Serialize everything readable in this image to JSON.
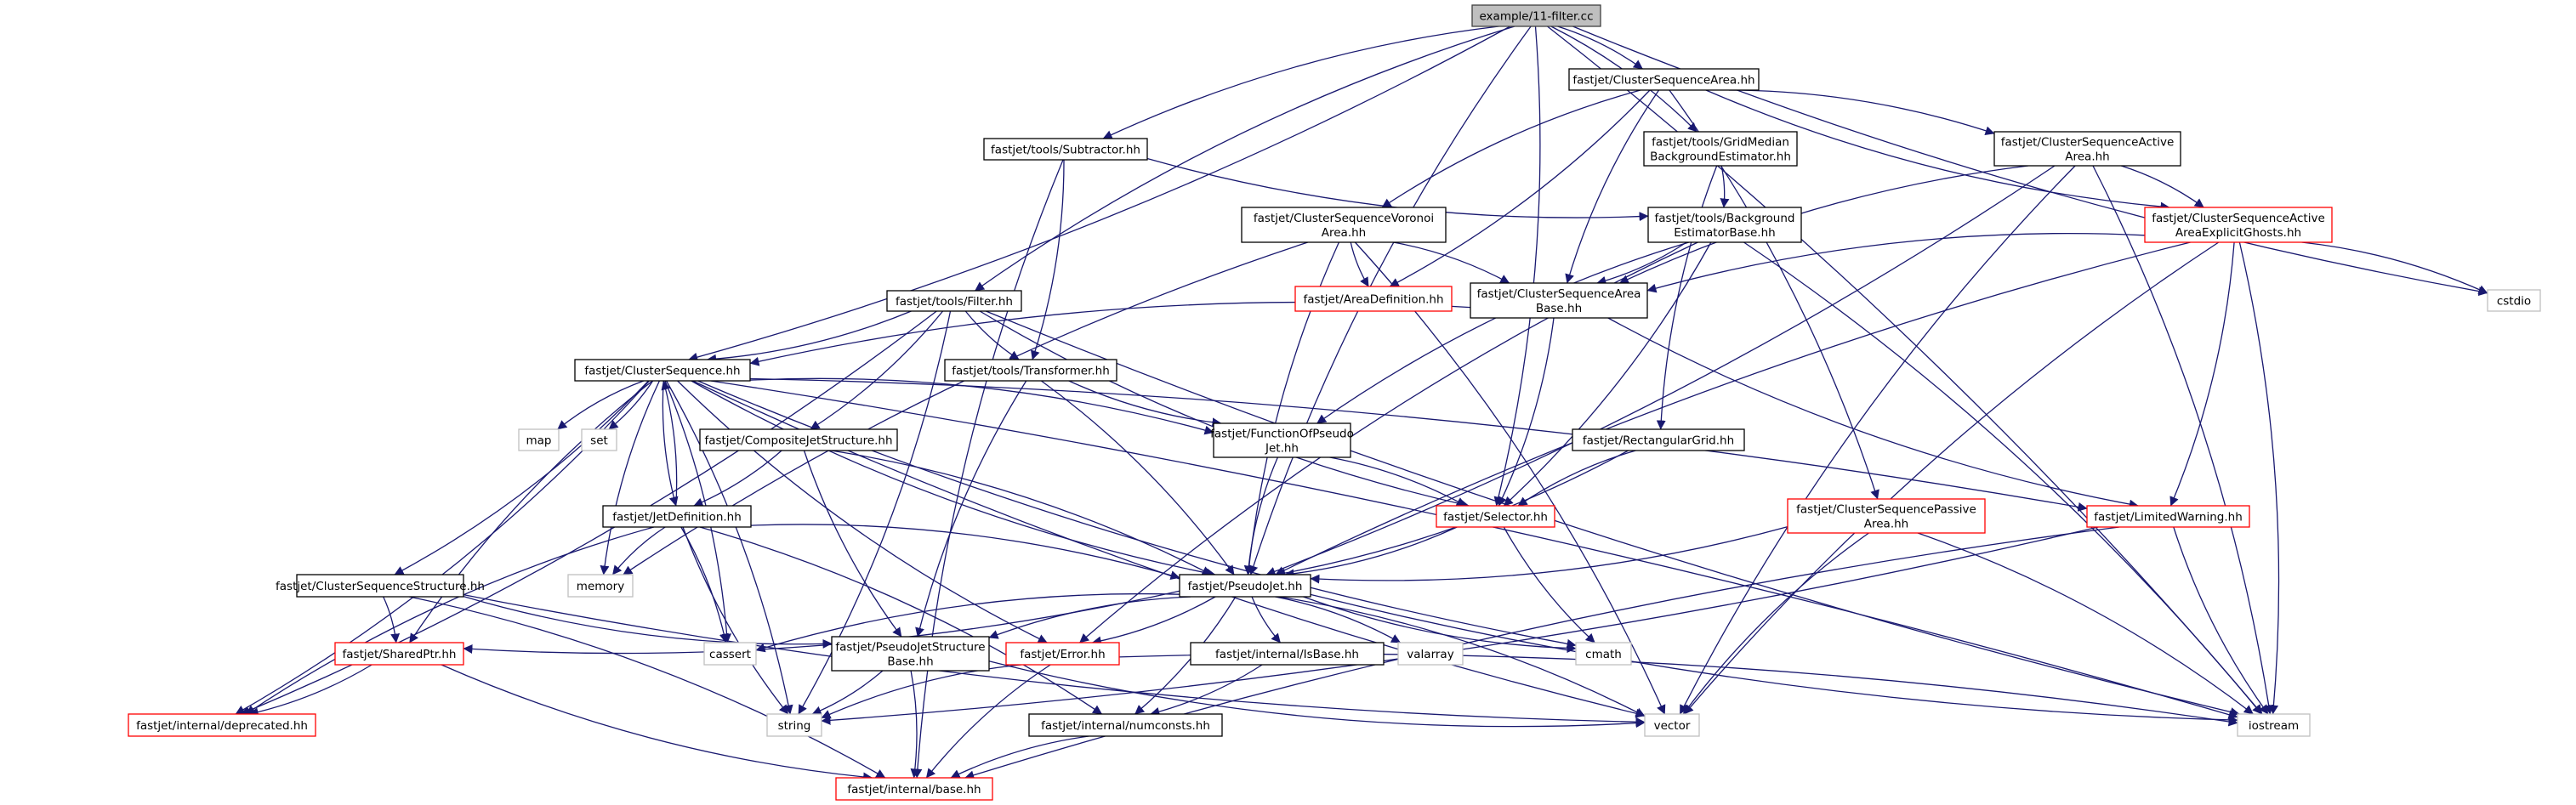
{
  "diagram": {
    "type": "include-dependency-graph",
    "root": "example/11-filter.cc",
    "colors": {
      "edge": "#191970",
      "arrowhead": "#191970",
      "root_fill": "#bfbfbf",
      "root_border": "#404040",
      "documented_border": "#000000",
      "undocumented_border": "#ff0000",
      "system_border": "#bfbfbf",
      "node_fill": "#ffffff"
    },
    "nodes": [
      {
        "id": "root",
        "lines": [
          "example/11-filter.cc"
        ],
        "kind": "root"
      },
      {
        "id": "csarea",
        "lines": [
          "fastjet/ClusterSequenceArea.hh"
        ],
        "kind": "doc"
      },
      {
        "id": "subtractor",
        "lines": [
          "fastjet/tools/Subtractor.hh"
        ],
        "kind": "doc"
      },
      {
        "id": "gridmedian",
        "lines": [
          "fastjet/tools/GridMedian",
          "BackgroundEstimator.hh"
        ],
        "kind": "doc"
      },
      {
        "id": "activearea",
        "lines": [
          "fastjet/ClusterSequenceActive",
          "Area.hh"
        ],
        "kind": "doc"
      },
      {
        "id": "voronoi",
        "lines": [
          "fastjet/ClusterSequenceVoronoi",
          "Area.hh"
        ],
        "kind": "doc"
      },
      {
        "id": "bgebase",
        "lines": [
          "fastjet/tools/Background",
          "EstimatorBase.hh"
        ],
        "kind": "doc"
      },
      {
        "id": "ghosts",
        "lines": [
          "fastjet/ClusterSequenceActive",
          "AreaExplicitGhosts.hh"
        ],
        "kind": "undoc"
      },
      {
        "id": "areadef",
        "lines": [
          "fastjet/AreaDefinition.hh"
        ],
        "kind": "undoc"
      },
      {
        "id": "areabase",
        "lines": [
          "fastjet/ClusterSequenceArea",
          "Base.hh"
        ],
        "kind": "doc"
      },
      {
        "id": "cstdio",
        "lines": [
          "cstdio"
        ],
        "kind": "system"
      },
      {
        "id": "filter",
        "lines": [
          "fastjet/tools/Filter.hh"
        ],
        "kind": "doc"
      },
      {
        "id": "cs",
        "lines": [
          "fastjet/ClusterSequence.hh"
        ],
        "kind": "doc"
      },
      {
        "id": "transformer",
        "lines": [
          "fastjet/tools/Transformer.hh"
        ],
        "kind": "doc"
      },
      {
        "id": "map",
        "lines": [
          "map"
        ],
        "kind": "system"
      },
      {
        "id": "set",
        "lines": [
          "set"
        ],
        "kind": "system"
      },
      {
        "id": "composite",
        "lines": [
          "fastjet/CompositeJetStructure.hh"
        ],
        "kind": "doc"
      },
      {
        "id": "funcpj",
        "lines": [
          "fastjet/FunctionOfPseudo",
          "Jet.hh"
        ],
        "kind": "doc"
      },
      {
        "id": "rectgrid",
        "lines": [
          "fastjet/RectangularGrid.hh"
        ],
        "kind": "doc"
      },
      {
        "id": "jetdef",
        "lines": [
          "fastjet/JetDefinition.hh"
        ],
        "kind": "doc"
      },
      {
        "id": "selector",
        "lines": [
          "fastjet/Selector.hh"
        ],
        "kind": "undoc"
      },
      {
        "id": "passive",
        "lines": [
          "fastjet/ClusterSequencePassive",
          "Area.hh"
        ],
        "kind": "undoc"
      },
      {
        "id": "limwarn",
        "lines": [
          "fastjet/LimitedWarning.hh"
        ],
        "kind": "undoc"
      },
      {
        "id": "css",
        "lines": [
          "fastjet/ClusterSequenceStructure.hh"
        ],
        "kind": "doc"
      },
      {
        "id": "memory",
        "lines": [
          "memory"
        ],
        "kind": "system"
      },
      {
        "id": "pseudojet",
        "lines": [
          "fastjet/PseudoJet.hh"
        ],
        "kind": "doc"
      },
      {
        "id": "sharedptr",
        "lines": [
          "fastjet/SharedPtr.hh"
        ],
        "kind": "undoc"
      },
      {
        "id": "cassert",
        "lines": [
          "cassert"
        ],
        "kind": "system"
      },
      {
        "id": "pjsb",
        "lines": [
          "fastjet/PseudoJetStructure",
          "Base.hh"
        ],
        "kind": "doc"
      },
      {
        "id": "error",
        "lines": [
          "fastjet/Error.hh"
        ],
        "kind": "undoc"
      },
      {
        "id": "isbase",
        "lines": [
          "fastjet/internal/IsBase.hh"
        ],
        "kind": "doc"
      },
      {
        "id": "valarray",
        "lines": [
          "valarray"
        ],
        "kind": "system"
      },
      {
        "id": "cmath",
        "lines": [
          "cmath"
        ],
        "kind": "system"
      },
      {
        "id": "deprecated",
        "lines": [
          "fastjet/internal/deprecated.hh"
        ],
        "kind": "undoc"
      },
      {
        "id": "string",
        "lines": [
          "string"
        ],
        "kind": "system"
      },
      {
        "id": "numconsts",
        "lines": [
          "fastjet/internal/numconsts.hh"
        ],
        "kind": "doc"
      },
      {
        "id": "vector",
        "lines": [
          "vector"
        ],
        "kind": "system"
      },
      {
        "id": "iostream",
        "lines": [
          "iostream"
        ],
        "kind": "system"
      },
      {
        "id": "base",
        "lines": [
          "fastjet/internal/base.hh"
        ],
        "kind": "undoc"
      }
    ],
    "edges": [
      [
        "root",
        "csarea"
      ],
      [
        "root",
        "subtractor"
      ],
      [
        "root",
        "gridmedian"
      ],
      [
        "root",
        "filter"
      ],
      [
        "root",
        "cs"
      ],
      [
        "root",
        "pseudojet"
      ],
      [
        "root",
        "selector"
      ],
      [
        "root",
        "cstdio"
      ],
      [
        "root",
        "iostream"
      ],
      [
        "csarea",
        "voronoi"
      ],
      [
        "csarea",
        "activearea"
      ],
      [
        "csarea",
        "ghosts"
      ],
      [
        "csarea",
        "areadef"
      ],
      [
        "csarea",
        "areabase"
      ],
      [
        "csarea",
        "passive"
      ],
      [
        "subtractor",
        "bgebase"
      ],
      [
        "subtractor",
        "transformer"
      ],
      [
        "subtractor",
        "base"
      ],
      [
        "gridmedian",
        "bgebase"
      ],
      [
        "gridmedian",
        "rectgrid"
      ],
      [
        "activearea",
        "ghosts"
      ],
      [
        "activearea",
        "areabase"
      ],
      [
        "activearea",
        "pseudojet"
      ],
      [
        "activearea",
        "vector"
      ],
      [
        "activearea",
        "iostream"
      ],
      [
        "voronoi",
        "areadef"
      ],
      [
        "voronoi",
        "areabase"
      ],
      [
        "voronoi",
        "pseudojet"
      ],
      [
        "voronoi",
        "vector"
      ],
      [
        "voronoi",
        "memory"
      ],
      [
        "bgebase",
        "areabase"
      ],
      [
        "bgebase",
        "funcpj"
      ],
      [
        "bgebase",
        "selector"
      ],
      [
        "bgebase",
        "error"
      ],
      [
        "bgebase",
        "iostream"
      ],
      [
        "ghosts",
        "areabase"
      ],
      [
        "ghosts",
        "limwarn"
      ],
      [
        "ghosts",
        "pseudojet"
      ],
      [
        "ghosts",
        "cstdio"
      ],
      [
        "ghosts",
        "vector"
      ],
      [
        "ghosts",
        "iostream"
      ],
      [
        "areabase",
        "cs"
      ],
      [
        "areabase",
        "selector"
      ],
      [
        "areabase",
        "limwarn"
      ],
      [
        "filter",
        "cs"
      ],
      [
        "filter",
        "transformer"
      ],
      [
        "filter",
        "composite"
      ],
      [
        "filter",
        "selector"
      ],
      [
        "filter",
        "deprecated"
      ],
      [
        "filter",
        "iostream"
      ],
      [
        "filter",
        "string"
      ],
      [
        "cs",
        "map"
      ],
      [
        "cs",
        "set"
      ],
      [
        "cs",
        "jetdef"
      ],
      [
        "cs",
        "css"
      ],
      [
        "cs",
        "sharedptr"
      ],
      [
        "cs",
        "deprecated"
      ],
      [
        "cs",
        "memory"
      ],
      [
        "cs",
        "cassert"
      ],
      [
        "cs",
        "cmath"
      ],
      [
        "cs",
        "string"
      ],
      [
        "cs",
        "vector"
      ],
      [
        "cs",
        "iostream"
      ],
      [
        "cs",
        "pseudojet"
      ],
      [
        "cs",
        "funcpj"
      ],
      [
        "cs",
        "error"
      ],
      [
        "cs",
        "limwarn"
      ],
      [
        "transformer",
        "funcpj"
      ],
      [
        "transformer",
        "pseudojet"
      ],
      [
        "transformer",
        "pjsb"
      ],
      [
        "composite",
        "jetdef"
      ],
      [
        "composite",
        "pjsb"
      ],
      [
        "composite",
        "pseudojet"
      ],
      [
        "funcpj",
        "pseudojet"
      ],
      [
        "funcpj",
        "selector"
      ],
      [
        "rectgrid",
        "selector"
      ],
      [
        "rectgrid",
        "pseudojet"
      ],
      [
        "jetdef",
        "cs"
      ],
      [
        "jetdef",
        "pseudojet"
      ],
      [
        "jetdef",
        "memory"
      ],
      [
        "jetdef",
        "cassert"
      ],
      [
        "jetdef",
        "string"
      ],
      [
        "jetdef",
        "numconsts"
      ],
      [
        "jetdef",
        "deprecated"
      ],
      [
        "selector",
        "pseudojet"
      ],
      [
        "selector",
        "cmath"
      ],
      [
        "passive",
        "pseudojet"
      ],
      [
        "passive",
        "vector"
      ],
      [
        "passive",
        "iostream"
      ],
      [
        "limwarn",
        "iostream"
      ],
      [
        "limwarn",
        "string"
      ],
      [
        "limwarn",
        "base"
      ],
      [
        "css",
        "sharedptr"
      ],
      [
        "css",
        "pjsb"
      ],
      [
        "css",
        "base"
      ],
      [
        "css",
        "vector"
      ],
      [
        "pseudojet",
        "sharedptr"
      ],
      [
        "pseudojet",
        "pjsb"
      ],
      [
        "pseudojet",
        "error"
      ],
      [
        "pseudojet",
        "isbase"
      ],
      [
        "pseudojet",
        "valarray"
      ],
      [
        "pseudojet",
        "cmath"
      ],
      [
        "pseudojet",
        "vector"
      ],
      [
        "pseudojet",
        "iostream"
      ],
      [
        "pseudojet",
        "numconsts"
      ],
      [
        "pseudojet",
        "cassert"
      ],
      [
        "sharedptr",
        "deprecated"
      ],
      [
        "sharedptr",
        "base"
      ],
      [
        "pjsb",
        "string"
      ],
      [
        "pjsb",
        "vector"
      ],
      [
        "pjsb",
        "base"
      ],
      [
        "error",
        "string"
      ],
      [
        "error",
        "iostream"
      ],
      [
        "error",
        "base"
      ],
      [
        "isbase",
        "numconsts"
      ],
      [
        "numconsts",
        "base"
      ]
    ]
  }
}
